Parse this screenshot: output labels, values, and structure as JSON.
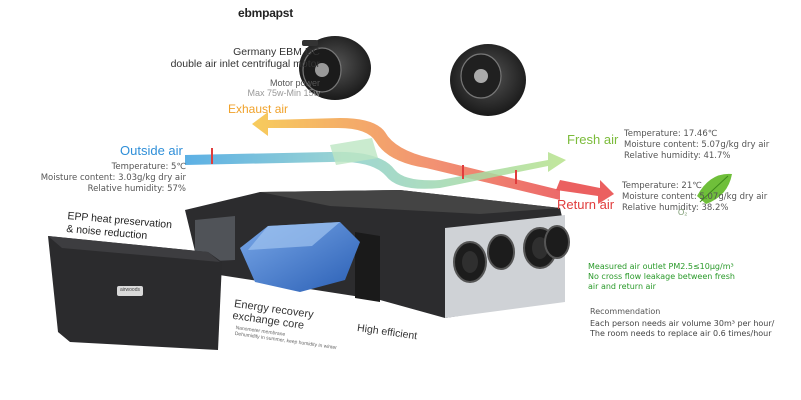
{
  "brand": {
    "name": "ebmpapst"
  },
  "motor": {
    "title_line1": "Germany EBM DC",
    "title_line2": "double air inlet centrifugal motor",
    "power_label": "Motor power",
    "power_value": "Max 75w-Min 15w"
  },
  "airflows": {
    "exhaust": {
      "label": "Exhaust air",
      "color": "#f0a22b"
    },
    "outside": {
      "label": "Outside air",
      "color": "#2f8fd8",
      "temperature": "Temperature: 5℃",
      "moisture": "Moisture content: 3.03g/kg dry air",
      "humidity": "Relative humidity: 57%"
    },
    "fresh": {
      "label": "Fresh air",
      "color": "#7bbb3a",
      "temperature": "Temperature: 17.46℃",
      "moisture": "Moisture content: 5.07g/kg dry air",
      "humidity": "Relative humidity: 41.7%"
    },
    "return": {
      "label": "Return air",
      "color": "#e03c3c",
      "temperature": "Temperature: 21℃",
      "moisture": "Moisture content: 5.07g/kg dry air",
      "humidity": "Relative humidity: 38.2%"
    }
  },
  "o2_label": "O₂",
  "components": {
    "epp_line1": "EPP heat preservation",
    "epp_line2": "& noise reduction",
    "energy_line1": "Energy recovery",
    "energy_line2": "exchange core",
    "energy_sub1": "Nanometer membrane",
    "energy_sub2": "Dehumidify in summer, keep humidity in winter",
    "high_efficient": "High efficient",
    "panel_badge": "airwoods"
  },
  "measurements": {
    "line1": "Measured air outlet PM2.5≤10μg/m³",
    "line2": "No cross flow leakage between fresh",
    "line3": "air and return air"
  },
  "recommendation": {
    "title": "Recommendation",
    "line1": "Each person needs air volume 30m³ per hour/",
    "line2": "The room needs to replace air 0.6 times/hour"
  }
}
